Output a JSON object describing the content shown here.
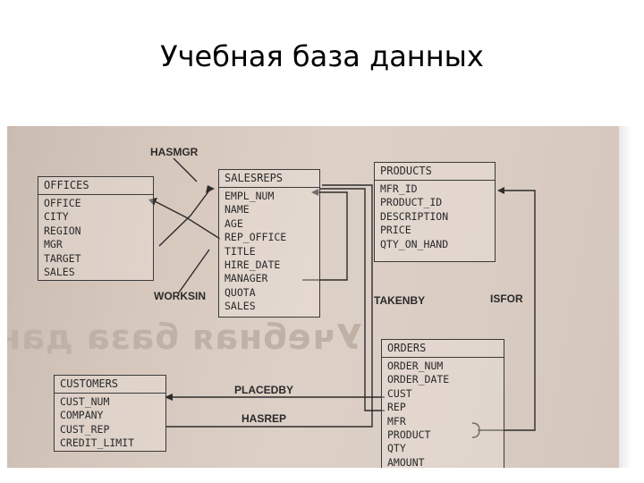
{
  "title": "Учебная база данных",
  "background_mirror_text": "Учебная база дан",
  "tables": [
    {
      "key": "offices",
      "name": "OFFICES",
      "fields": [
        "OFFICE",
        "CITY",
        "REGION",
        "MGR",
        "TARGET",
        "SALES"
      ]
    },
    {
      "key": "salesreps",
      "name": "SALESREPS",
      "fields": [
        "EMPL_NUM",
        "NAME",
        "AGE",
        "REP_OFFICE",
        "TITLE",
        "HIRE_DATE",
        "MANAGER",
        "QUOTA",
        "SALES"
      ]
    },
    {
      "key": "products",
      "name": "PRODUCTS",
      "fields": [
        "MFR_ID",
        "PRODUCT_ID",
        "DESCRIPTION",
        "PRICE",
        "QTY_ON_HAND"
      ]
    },
    {
      "key": "orders",
      "name": "ORDERS",
      "fields": [
        "ORDER_NUM",
        "ORDER_DATE",
        "CUST",
        "REP",
        "MFR",
        "PRODUCT",
        "QTY",
        "AMOUNT"
      ]
    },
    {
      "key": "customers",
      "name": "CUSTOMERS",
      "fields": [
        "CUST_NUM",
        "COMPANY",
        "CUST_REP",
        "CREDIT_LIMIT"
      ]
    }
  ],
  "relationships": {
    "hasmgr": "HASMGR",
    "worksin": "WORKSIN",
    "takenby": "TAKENBY",
    "isfor": "ISFOR",
    "placedby": "PLACEDBY",
    "hasrep": "HASREP"
  }
}
